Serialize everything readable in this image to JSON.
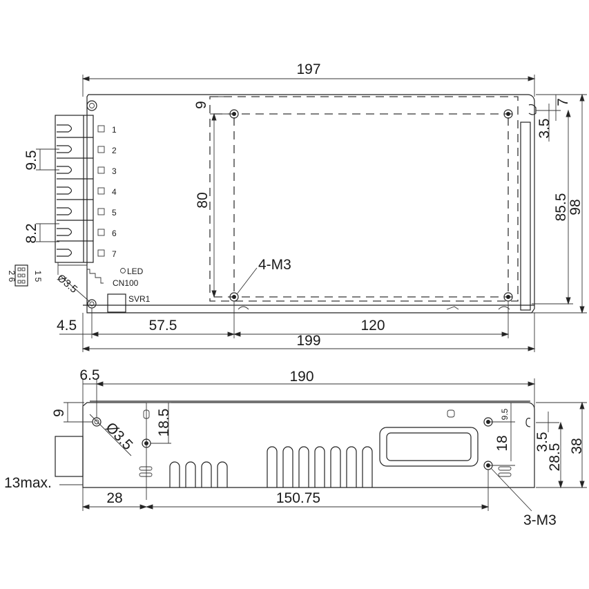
{
  "top_view": {
    "width_197": "197",
    "hole_offset_9": "9",
    "edge_7": "7",
    "slot_3_5": "3.5",
    "hole_span_80": "80",
    "height_85_5": "85.5",
    "height_98": "98",
    "pitch_9_5": "9.5",
    "pitch_8_2": "8.2",
    "terminals": [
      "1",
      "2",
      "3",
      "4",
      "5",
      "6",
      "7"
    ],
    "mount_holes": "4-M3",
    "hole_dia": "Ø3.5",
    "led_label": "LED",
    "cn_label": "CN100",
    "svr_label": "SVR1",
    "cn_pins_left": "2 6",
    "cn_pins_right": "1 5",
    "dim_4_5": "4.5",
    "dim_57_5": "57.5",
    "dim_120": "120",
    "dim_199": "199"
  },
  "side_view": {
    "dim_6_5": "6.5",
    "length_190": "190",
    "dim_9": "9",
    "hole_dia": "Ø3.5",
    "dim_18_5": "18.5",
    "dim_9_5": "9.5",
    "dim_18": "18",
    "dim_3_5": "3.5",
    "dim_28_5": "28.5",
    "height_38": "38",
    "terminal_max": "13max.",
    "dim_28": "28",
    "dim_150_75": "150.75",
    "mount_holes": "3-M3"
  }
}
